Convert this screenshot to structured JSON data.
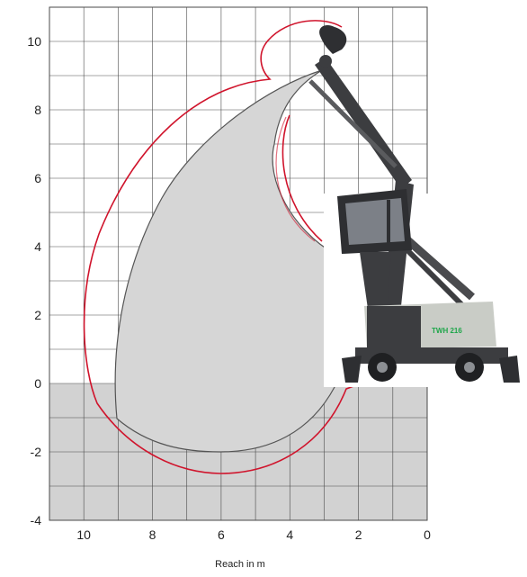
{
  "chart_data": {
    "type": "diagram",
    "xlabel": "Reach in m",
    "ylabel": "",
    "x_ticks": [
      "10",
      "8",
      "6",
      "4",
      "2",
      "0"
    ],
    "y_ticks": [
      "10",
      "8",
      "6",
      "4",
      "2",
      "0",
      "-2",
      "-4"
    ],
    "xlim": [
      11,
      0
    ],
    "ylim": [
      -4,
      11
    ],
    "grid": true,
    "below_ground_shaded": true,
    "machine_label": "TWH 216",
    "zones": [
      {
        "name": "standard reach envelope",
        "style": "filled-gray"
      },
      {
        "name": "maximum reach envelope",
        "style": "red-outline"
      }
    ],
    "colors": {
      "grid": "#4a4a4a",
      "ground_fill": "#d2d2d2",
      "envelope_fill": "#d6d6d6",
      "envelope_stroke": "#555555",
      "max_envelope": "#d0142c",
      "machine_body": "#3c3d40",
      "machine_light": "#c9ccc6",
      "machine_accent": "#1ea64a"
    }
  }
}
